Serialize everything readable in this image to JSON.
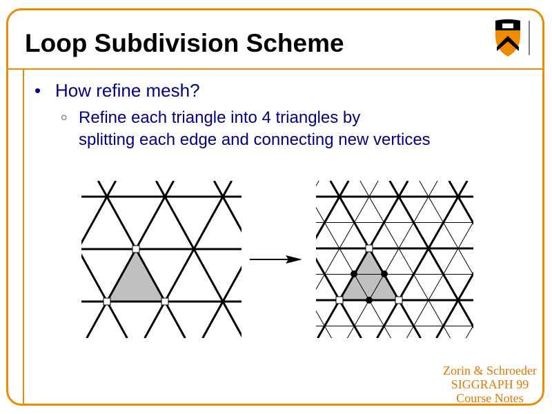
{
  "title": "Loop Subdivision Scheme",
  "bullets": [
    {
      "marker": "•",
      "text": "How refine mesh?"
    },
    {
      "marker": "○",
      "lines": [
        "Refine each triangle into 4 triangles by",
        "splitting each edge and connecting new vertices"
      ]
    }
  ],
  "credit": [
    "Zorin & Schroeder",
    "SIGGRAPH 99",
    "Course Notes"
  ],
  "colors": {
    "accent": "#f08a00",
    "text": "#000080",
    "highlight": "#c0c0c0"
  },
  "logo": "princeton-shield-logo"
}
